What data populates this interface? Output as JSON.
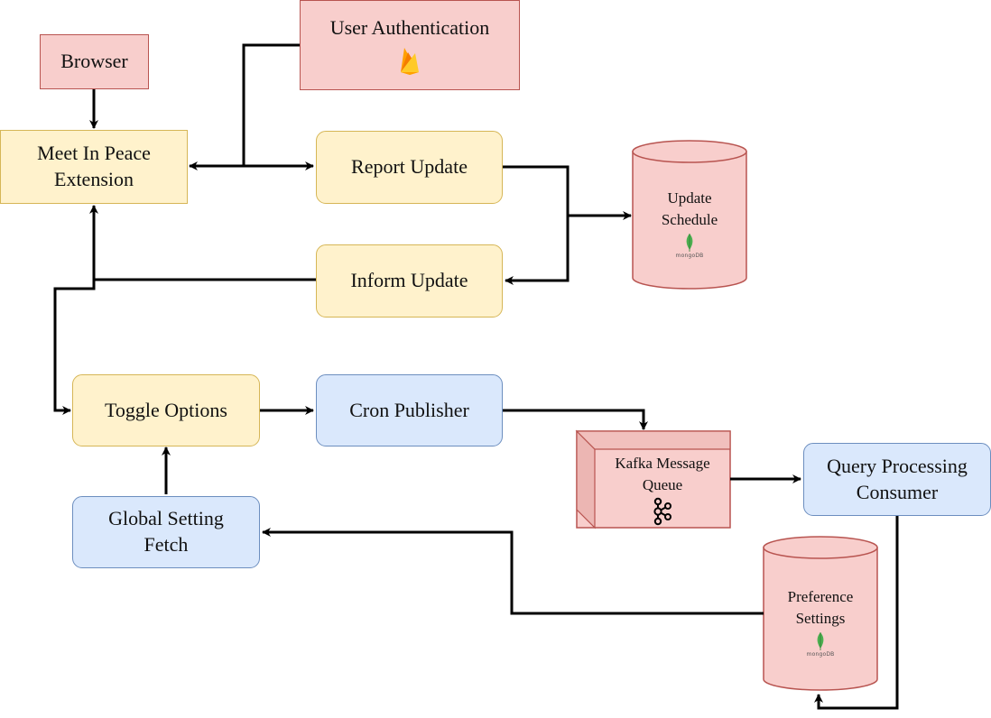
{
  "nodes": {
    "browser": "Browser",
    "user_auth": "User Authentication",
    "meet_in_peace_line1": "Meet In Peace",
    "meet_in_peace_line2": "Extension",
    "report_update": "Report Update",
    "inform_update": "Inform Update",
    "update_schedule_line1": "Update",
    "update_schedule_line2": "Schedule",
    "toggle_options": "Toggle Options",
    "cron_publisher": "Cron Publisher",
    "kafka_line1": "Kafka Message",
    "kafka_line2": "Queue",
    "query_consumer_line1": "Query Processing",
    "query_consumer_line2": "Consumer",
    "global_fetch_line1": "Global Setting",
    "global_fetch_line2": "Fetch",
    "preference_line1": "Preference",
    "preference_line2": "Settings"
  },
  "logos": {
    "mongodb_text": "mongoDB"
  },
  "icons": {
    "firebase": "firebase-icon",
    "mongodb": "mongodb-leaf-icon",
    "kafka": "kafka-icon"
  },
  "colors": {
    "pink_fill": "#f8cecc",
    "pink_stroke": "#b85450",
    "yellow_fill": "#fff2cc",
    "yellow_stroke": "#d6b656",
    "blue_fill": "#dae8fc",
    "blue_stroke": "#6c8ebf"
  }
}
